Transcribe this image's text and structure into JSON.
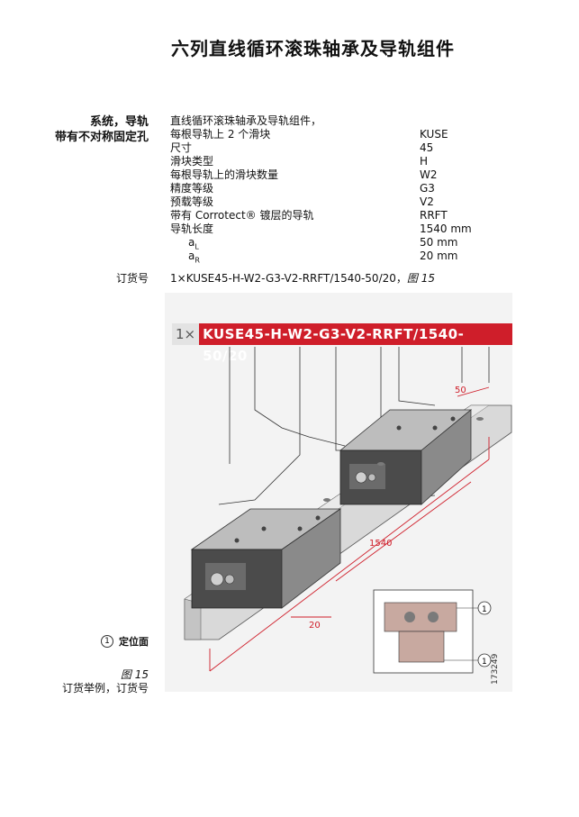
{
  "page": {
    "title": "六列直线循环滚珠轴承及导轨组件",
    "system_label_line1": "系统，导轨",
    "system_label_line2": "带有不对称固定孔",
    "description": "直线循环滚珠轴承及导轨组件，",
    "spec_rows": [
      {
        "key": "每根导轨上 2 个滑块",
        "value": "KUSE"
      },
      {
        "key": "尺寸",
        "value": "45"
      },
      {
        "key": "滑块类型",
        "value": "H"
      },
      {
        "key": "每根导轨上的滑块数量",
        "value": "W2"
      },
      {
        "key": "精度等级",
        "value": "G3"
      },
      {
        "key": "预载等级",
        "value": "V2"
      },
      {
        "key": "带有 Corrotect® 镀层的导轨",
        "value": "RRFT"
      },
      {
        "key": "导轨长度",
        "value": "1540 mm"
      }
    ],
    "sub_rows": [
      {
        "key": "a",
        "sub": "L",
        "value": "50 mm"
      },
      {
        "key": "a",
        "sub": "R",
        "value": "20 mm"
      }
    ],
    "order_label": "订货号",
    "order_prefix": "1×KUSE45-H-W2-G3-V2-RRFT/1540-50/20，",
    "order_fig_ref": "图 15",
    "figure": {
      "qty": "1×",
      "code": "KUSE45-H-W2-G3-V2-RRFT/1540-50/20",
      "dim_50": "50",
      "dim_1540": "1540",
      "dim_20": "20",
      "callout": "1",
      "side_number": "173249"
    },
    "legend_num": "1",
    "legend_text": "定位面",
    "caption_title": "图 15",
    "caption_text": "订货举例，订货号",
    "colors": {
      "accent_red": "#cf1e2a",
      "figure_bg": "#f3f3f3"
    }
  }
}
